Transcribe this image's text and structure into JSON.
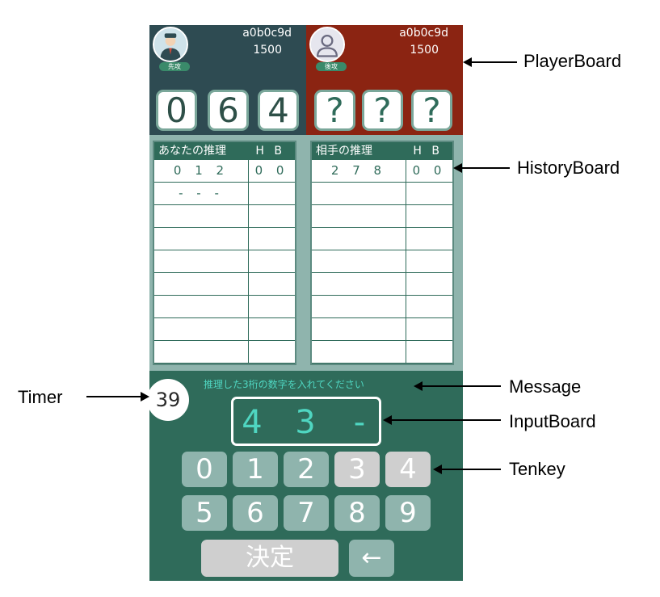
{
  "player1": {
    "name": "a0b0c9d",
    "rating": "1500",
    "turn": "先攻",
    "digits": [
      "0",
      "6",
      "4"
    ]
  },
  "player2": {
    "name": "a0b0c9d",
    "rating": "1500",
    "turn": "後攻",
    "digits": [
      "?",
      "?",
      "?"
    ]
  },
  "history": {
    "you": {
      "title": "あなたの推理",
      "hb_header": "H B",
      "rows": [
        {
          "guess": "0 1 2",
          "hb": "0 0"
        },
        {
          "guess": "- - -",
          "hb": ""
        },
        {
          "guess": "",
          "hb": ""
        },
        {
          "guess": "",
          "hb": ""
        },
        {
          "guess": "",
          "hb": ""
        },
        {
          "guess": "",
          "hb": ""
        },
        {
          "guess": "",
          "hb": ""
        },
        {
          "guess": "",
          "hb": ""
        },
        {
          "guess": "",
          "hb": ""
        }
      ]
    },
    "opponent": {
      "title": "相手の推理",
      "hb_header": "H B",
      "rows": [
        {
          "guess": "2 7 8",
          "hb": "0 0"
        },
        {
          "guess": "",
          "hb": ""
        },
        {
          "guess": "",
          "hb": ""
        },
        {
          "guess": "",
          "hb": ""
        },
        {
          "guess": "",
          "hb": ""
        },
        {
          "guess": "",
          "hb": ""
        },
        {
          "guess": "",
          "hb": ""
        },
        {
          "guess": "",
          "hb": ""
        },
        {
          "guess": "",
          "hb": ""
        }
      ]
    }
  },
  "timer": "39",
  "message": "推理した3桁の数字を入れてください",
  "input": [
    "4",
    "3",
    "-"
  ],
  "tenkey": {
    "keys": [
      {
        "label": "0",
        "enabled": true
      },
      {
        "label": "1",
        "enabled": true
      },
      {
        "label": "2",
        "enabled": true
      },
      {
        "label": "3",
        "enabled": false
      },
      {
        "label": "4",
        "enabled": false
      },
      {
        "label": "5",
        "enabled": true
      },
      {
        "label": "6",
        "enabled": true
      },
      {
        "label": "7",
        "enabled": true
      },
      {
        "label": "8",
        "enabled": true
      },
      {
        "label": "9",
        "enabled": true
      }
    ],
    "decide_label": "決定",
    "backspace_label": "←"
  },
  "annotations": {
    "player_board": "PlayerBoard",
    "history_board": "HistoryBoard",
    "timer": "Timer",
    "message": "Message",
    "input_board": "InputBoard",
    "tenkey": "Tenkey"
  },
  "colors": {
    "board_bg": "#2f6b5a",
    "player1_bg": "#2e4b52",
    "player2_bg": "#8b2412",
    "accent_text": "#4fd6c1",
    "key_bg": "#8fb4ad",
    "key_disabled": "#cfcfcf"
  }
}
